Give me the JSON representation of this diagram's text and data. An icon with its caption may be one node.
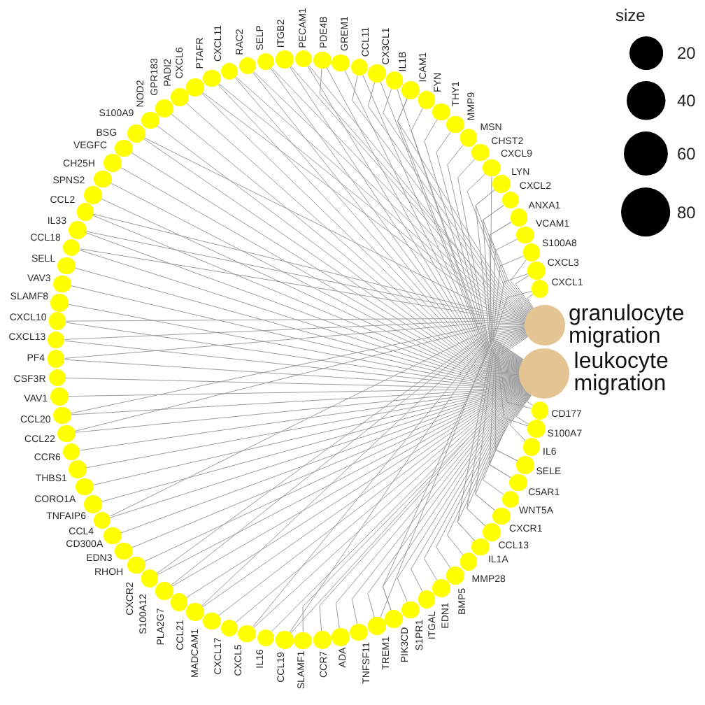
{
  "diagram": {
    "nodes": [
      {
        "text": [
          "granulocyte migration"
        ]
      },
      {
        "text": [
          "leukocyte migration"
        ]
      },
      {
        "text": [
          "GREM1"
        ]
      },
      {
        "text": [
          "CCL11"
        ]
      },
      {
        "text": [
          "CX3CL1"
        ]
      },
      {
        "text": [
          "IL1B"
        ]
      },
      {
        "text": [
          "ICAM1"
        ]
      },
      {
        "text": [
          "FYN"
        ]
      },
      {
        "text": [
          "THY1"
        ]
      },
      {
        "text": [
          "MMP9"
        ]
      },
      {
        "text": [
          "MSN"
        ]
      },
      {
        "text": [
          "CHST2"
        ]
      },
      {
        "text": [
          "CXCL9"
        ]
      },
      {
        "text": [
          "LYN"
        ]
      },
      {
        "text": [
          "CXCL2"
        ]
      },
      {
        "text": [
          "ANXA1"
        ]
      },
      {
        "text": [
          "VCAM1"
        ]
      },
      {
        "text": [
          "S100A8"
        ]
      },
      {
        "text": [
          "CXCL3"
        ]
      },
      {
        "text": [
          "CXCL1"
        ]
      },
      {
        "text": [
          "CD177"
        ]
      },
      {
        "text": [
          "S100A7"
        ]
      },
      {
        "text": [
          "IL6"
        ]
      },
      {
        "text": [
          "SELE"
        ]
      },
      {
        "text": [
          "C5AR1"
        ]
      },
      {
        "text": [
          "WNT5A"
        ]
      },
      {
        "text": [
          "CXCR1"
        ]
      },
      {
        "text": [
          "CCL13"
        ]
      },
      {
        "text": [
          "IL1A"
        ]
      },
      {
        "text": [
          "MMP28"
        ]
      },
      {
        "text": [
          "BMP5"
        ]
      },
      {
        "text": [
          "EDN1"
        ]
      },
      {
        "text": [
          "ITGAL"
        ]
      },
      {
        "text": [
          "S1PR1"
        ]
      },
      {
        "text": [
          "PIK3CD"
        ]
      },
      {
        "text": [
          "TREM1"
        ]
      },
      {
        "text": [
          "TNFSF11"
        ]
      },
      {
        "text": [
          "ADA"
        ]
      },
      {
        "text": [
          "CCR7"
        ]
      },
      {
        "text": [
          "SLAMF1"
        ]
      },
      {
        "text": [
          "CCL19"
        ]
      },
      {
        "text": [
          "IL16"
        ]
      },
      {
        "text": [
          "CXCL5"
        ]
      },
      {
        "text": [
          "CXCL17"
        ]
      },
      {
        "text": [
          "MADCAM1"
        ]
      },
      {
        "text": [
          "CCL21"
        ]
      },
      {
        "text": [
          "PLA2G7"
        ]
      },
      {
        "text": [
          "S100A12"
        ]
      },
      {
        "text": [
          "CXCR2"
        ]
      },
      {
        "text": [
          "RHOH"
        ]
      },
      {
        "text": [
          "EDN3"
        ]
      },
      {
        "text": [
          "CD300A"
        ]
      },
      {
        "text": [
          "CCL4"
        ]
      },
      {
        "text": [
          "TNFAIP6"
        ]
      },
      {
        "text": [
          "CORO1A"
        ]
      },
      {
        "text": [
          "THBS1"
        ]
      },
      {
        "text": [
          "CCR6"
        ]
      },
      {
        "text": [
          "CCL22"
        ]
      },
      {
        "text": [
          "CCL20"
        ]
      },
      {
        "text": [
          "VAV1"
        ]
      },
      {
        "text": [
          "CSF3R"
        ]
      },
      {
        "text": [
          "PF4"
        ]
      },
      {
        "text": [
          "CXCL13"
        ]
      },
      {
        "text": [
          "CXCL10"
        ]
      },
      {
        "text": [
          "SLAMF8"
        ]
      },
      {
        "text": [
          "VAV3"
        ]
      },
      {
        "text": [
          "SELL"
        ]
      },
      {
        "text": [
          "CCL18"
        ]
      },
      {
        "text": [
          "IL33"
        ]
      },
      {
        "text": [
          "CCL2"
        ]
      },
      {
        "text": [
          "SPNS2"
        ]
      },
      {
        "text": [
          "CH25H"
        ]
      },
      {
        "text": [
          "VEGFC"
        ]
      },
      {
        "text": [
          "BSG"
        ]
      },
      {
        "text": [
          "S100A9"
        ]
      },
      {
        "text": [
          "NOD2"
        ]
      },
      {
        "text": [
          "GPR183"
        ]
      },
      {
        "text": [
          "PADI2"
        ]
      },
      {
        "text": [
          "CXCL6"
        ]
      },
      {
        "text": [
          "PTAFR"
        ]
      },
      {
        "text": [
          "CXCL11"
        ]
      },
      {
        "text": [
          "RAC2"
        ]
      },
      {
        "text": [
          "SELP"
        ]
      },
      {
        "text": [
          "ITGB2"
        ]
      },
      {
        "text": [
          "PECAM1"
        ]
      },
      {
        "text": [
          "PDE4B"
        ]
      }
    ],
    "edges": [
      {
        "from": 2,
        "to": 1,
        "arrow": "none"
      },
      {
        "from": 3,
        "to": 0,
        "arrow": "none"
      },
      {
        "from": 3,
        "to": 1,
        "arrow": "none"
      },
      {
        "from": 4,
        "to": 0,
        "arrow": "none"
      },
      {
        "from": 4,
        "to": 1,
        "arrow": "none"
      },
      {
        "from": 5,
        "to": 0,
        "arrow": "none"
      },
      {
        "from": 5,
        "to": 1,
        "arrow": "none"
      },
      {
        "from": 6,
        "to": 0,
        "arrow": "none"
      },
      {
        "from": 6,
        "to": 1,
        "arrow": "none"
      },
      {
        "from": 7,
        "to": 1,
        "arrow": "none"
      },
      {
        "from": 8,
        "to": 1,
        "arrow": "none"
      },
      {
        "from": 9,
        "to": 1,
        "arrow": "none"
      },
      {
        "from": 10,
        "to": 1,
        "arrow": "none"
      },
      {
        "from": 11,
        "to": 1,
        "arrow": "none"
      },
      {
        "from": 12,
        "to": 0,
        "arrow": "none"
      },
      {
        "from": 12,
        "to": 1,
        "arrow": "none"
      },
      {
        "from": 13,
        "to": 0,
        "arrow": "none"
      },
      {
        "from": 13,
        "to": 1,
        "arrow": "none"
      },
      {
        "from": 14,
        "to": 0,
        "arrow": "none"
      },
      {
        "from": 14,
        "to": 1,
        "arrow": "none"
      },
      {
        "from": 15,
        "to": 0,
        "arrow": "none"
      },
      {
        "from": 15,
        "to": 1,
        "arrow": "none"
      },
      {
        "from": 16,
        "to": 1,
        "arrow": "none"
      },
      {
        "from": 17,
        "to": 0,
        "arrow": "none"
      },
      {
        "from": 17,
        "to": 1,
        "arrow": "none"
      },
      {
        "from": 18,
        "to": 0,
        "arrow": "none"
      },
      {
        "from": 18,
        "to": 1,
        "arrow": "none"
      },
      {
        "from": 19,
        "to": 0,
        "arrow": "none"
      },
      {
        "from": 19,
        "to": 1,
        "arrow": "none"
      },
      {
        "from": 20,
        "to": 0,
        "arrow": "none"
      },
      {
        "from": 20,
        "to": 1,
        "arrow": "none"
      },
      {
        "from": 21,
        "to": 0,
        "arrow": "none"
      },
      {
        "from": 21,
        "to": 1,
        "arrow": "none"
      },
      {
        "from": 22,
        "to": 1,
        "arrow": "none"
      },
      {
        "from": 23,
        "to": 0,
        "arrow": "none"
      },
      {
        "from": 23,
        "to": 1,
        "arrow": "none"
      },
      {
        "from": 24,
        "to": 0,
        "arrow": "none"
      },
      {
        "from": 24,
        "to": 1,
        "arrow": "none"
      },
      {
        "from": 25,
        "to": 1,
        "arrow": "none"
      },
      {
        "from": 26,
        "to": 0,
        "arrow": "none"
      },
      {
        "from": 26,
        "to": 1,
        "arrow": "none"
      },
      {
        "from": 27,
        "to": 0,
        "arrow": "none"
      },
      {
        "from": 27,
        "to": 1,
        "arrow": "none"
      },
      {
        "from": 28,
        "to": 0,
        "arrow": "none"
      },
      {
        "from": 28,
        "to": 1,
        "arrow": "none"
      },
      {
        "from": 29,
        "to": 1,
        "arrow": "none"
      },
      {
        "from": 30,
        "to": 1,
        "arrow": "none"
      },
      {
        "from": 31,
        "to": 1,
        "arrow": "none"
      },
      {
        "from": 32,
        "to": 1,
        "arrow": "none"
      },
      {
        "from": 33,
        "to": 1,
        "arrow": "none"
      },
      {
        "from": 34,
        "to": 0,
        "arrow": "none"
      },
      {
        "from": 34,
        "to": 1,
        "arrow": "none"
      },
      {
        "from": 35,
        "to": 0,
        "arrow": "none"
      },
      {
        "from": 35,
        "to": 1,
        "arrow": "none"
      },
      {
        "from": 36,
        "to": 1,
        "arrow": "none"
      },
      {
        "from": 37,
        "to": 1,
        "arrow": "none"
      },
      {
        "from": 38,
        "to": 1,
        "arrow": "none"
      },
      {
        "from": 39,
        "to": 1,
        "arrow": "none"
      },
      {
        "from": 40,
        "to": 0,
        "arrow": "none"
      },
      {
        "from": 40,
        "to": 1,
        "arrow": "none"
      },
      {
        "from": 41,
        "to": 1,
        "arrow": "none"
      },
      {
        "from": 42,
        "to": 0,
        "arrow": "none"
      },
      {
        "from": 42,
        "to": 1,
        "arrow": "none"
      },
      {
        "from": 43,
        "to": 1,
        "arrow": "none"
      },
      {
        "from": 44,
        "to": 1,
        "arrow": "none"
      },
      {
        "from": 45,
        "to": 0,
        "arrow": "none"
      },
      {
        "from": 45,
        "to": 1,
        "arrow": "none"
      },
      {
        "from": 46,
        "to": 1,
        "arrow": "none"
      },
      {
        "from": 47,
        "to": 0,
        "arrow": "none"
      },
      {
        "from": 47,
        "to": 1,
        "arrow": "none"
      },
      {
        "from": 48,
        "to": 0,
        "arrow": "none"
      },
      {
        "from": 48,
        "to": 1,
        "arrow": "none"
      },
      {
        "from": 49,
        "to": 1,
        "arrow": "none"
      },
      {
        "from": 50,
        "to": 1,
        "arrow": "none"
      },
      {
        "from": 51,
        "to": 1,
        "arrow": "none"
      },
      {
        "from": 52,
        "to": 0,
        "arrow": "none"
      },
      {
        "from": 52,
        "to": 1,
        "arrow": "none"
      },
      {
        "from": 53,
        "to": 1,
        "arrow": "none"
      },
      {
        "from": 54,
        "to": 1,
        "arrow": "none"
      },
      {
        "from": 55,
        "to": 1,
        "arrow": "none"
      },
      {
        "from": 56,
        "to": 1,
        "arrow": "none"
      },
      {
        "from": 57,
        "to": 0,
        "arrow": "none"
      },
      {
        "from": 57,
        "to": 1,
        "arrow": "none"
      },
      {
        "from": 58,
        "to": 0,
        "arrow": "none"
      },
      {
        "from": 58,
        "to": 1,
        "arrow": "none"
      },
      {
        "from": 59,
        "to": 1,
        "arrow": "none"
      },
      {
        "from": 60,
        "to": 1,
        "arrow": "none"
      },
      {
        "from": 61,
        "to": 0,
        "arrow": "none"
      },
      {
        "from": 61,
        "to": 1,
        "arrow": "none"
      },
      {
        "from": 62,
        "to": 0,
        "arrow": "none"
      },
      {
        "from": 62,
        "to": 1,
        "arrow": "none"
      },
      {
        "from": 63,
        "to": 0,
        "arrow": "none"
      },
      {
        "from": 63,
        "to": 1,
        "arrow": "none"
      },
      {
        "from": 64,
        "to": 1,
        "arrow": "none"
      },
      {
        "from": 65,
        "to": 1,
        "arrow": "none"
      },
      {
        "from": 66,
        "to": 1,
        "arrow": "none"
      },
      {
        "from": 67,
        "to": 0,
        "arrow": "none"
      },
      {
        "from": 67,
        "to": 1,
        "arrow": "none"
      },
      {
        "from": 68,
        "to": 0,
        "arrow": "none"
      },
      {
        "from": 68,
        "to": 1,
        "arrow": "none"
      },
      {
        "from": 69,
        "to": 0,
        "arrow": "none"
      },
      {
        "from": 69,
        "to": 1,
        "arrow": "none"
      },
      {
        "from": 70,
        "to": 1,
        "arrow": "none"
      },
      {
        "from": 71,
        "to": 1,
        "arrow": "none"
      },
      {
        "from": 72,
        "to": 1,
        "arrow": "none"
      },
      {
        "from": 73,
        "to": 1,
        "arrow": "none"
      },
      {
        "from": 74,
        "to": 0,
        "arrow": "none"
      },
      {
        "from": 74,
        "to": 1,
        "arrow": "none"
      },
      {
        "from": 75,
        "to": 1,
        "arrow": "none"
      },
      {
        "from": 76,
        "to": 1,
        "arrow": "none"
      },
      {
        "from": 77,
        "to": 1,
        "arrow": "none"
      },
      {
        "from": 78,
        "to": 0,
        "arrow": "none"
      },
      {
        "from": 78,
        "to": 1,
        "arrow": "none"
      },
      {
        "from": 79,
        "to": 0,
        "arrow": "none"
      },
      {
        "from": 79,
        "to": 1,
        "arrow": "none"
      },
      {
        "from": 80,
        "to": 0,
        "arrow": "none"
      },
      {
        "from": 80,
        "to": 1,
        "arrow": "none"
      },
      {
        "from": 81,
        "to": 0,
        "arrow": "none"
      },
      {
        "from": 81,
        "to": 1,
        "arrow": "none"
      },
      {
        "from": 82,
        "to": 0,
        "arrow": "none"
      },
      {
        "from": 82,
        "to": 1,
        "arrow": "none"
      },
      {
        "from": 83,
        "to": 0,
        "arrow": "none"
      },
      {
        "from": 83,
        "to": 1,
        "arrow": "none"
      },
      {
        "from": 84,
        "to": 0,
        "arrow": "none"
      },
      {
        "from": 84,
        "to": 1,
        "arrow": "none"
      },
      {
        "from": 85,
        "to": 0,
        "arrow": "none"
      },
      {
        "from": 85,
        "to": 1,
        "arrow": "none"
      }
    ],
    "labels": [
      "size"
    ],
    "legend": [
      {
        "text": "20"
      },
      {
        "text": "40"
      },
      {
        "text": "60"
      },
      {
        "text": "80"
      }
    ]
  }
}
